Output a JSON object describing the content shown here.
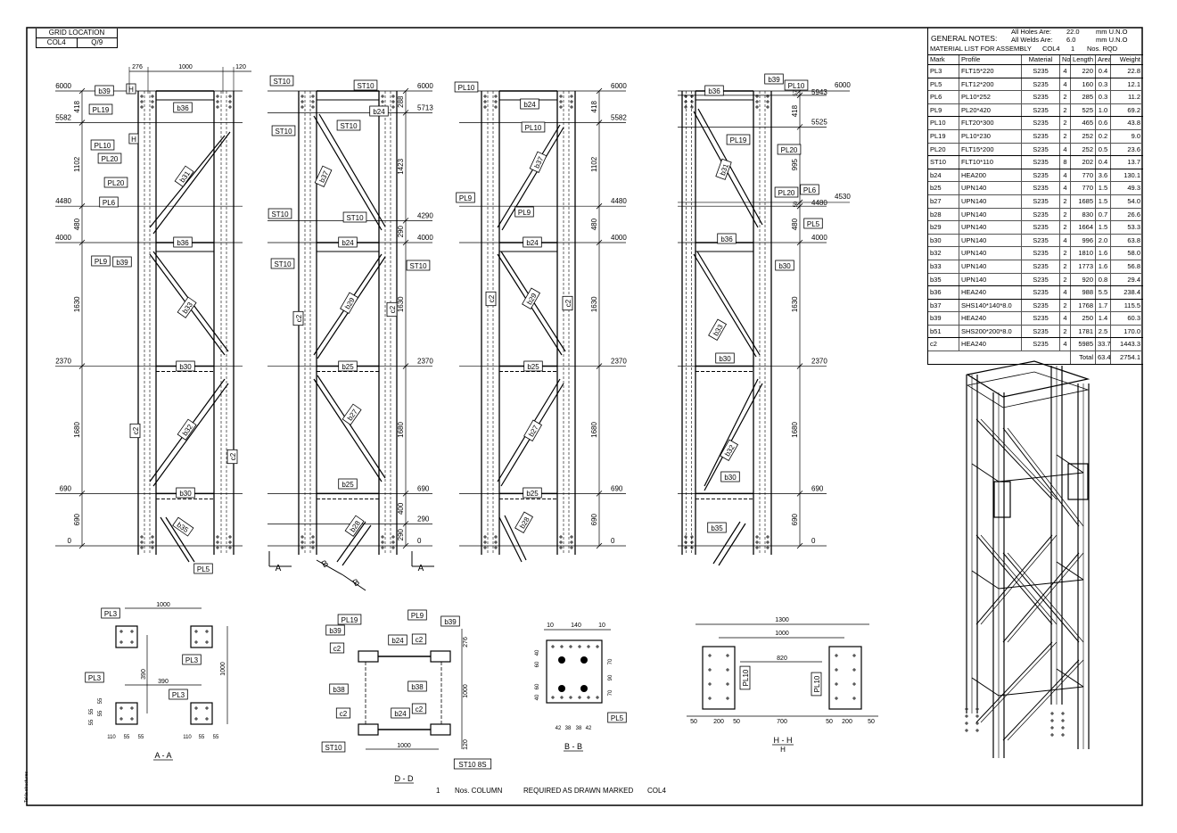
{
  "title_block": {
    "header": "GRID LOCATION",
    "column": "COL4",
    "grid": "Q/9"
  },
  "notes": {
    "general": "GENERAL NOTES:",
    "holes_label": "All Holes Are:",
    "holes_value": "22.0",
    "holes_unit": "mm U.N.O",
    "welds_label": "All Welds Are:",
    "welds_value": "6.0",
    "welds_unit": "mm U.N.O",
    "material_title": "MATERIAL LIST FOR ASSEMBLY",
    "assembly": "COL4",
    "qty": "1",
    "qty_unit": "Nos. RQD"
  },
  "material_list": {
    "headers": [
      "Mark",
      "Profile",
      "Material",
      "No.",
      "Length",
      "Area",
      "Weight"
    ],
    "rows": [
      [
        "PL3",
        "FLT15*220",
        "S235",
        "4",
        "220",
        "0.4",
        "22.8"
      ],
      [
        "PL5",
        "FLT12*200",
        "S235",
        "4",
        "160",
        "0.3",
        "12.1"
      ],
      [
        "PL6",
        "PL10*252",
        "S235",
        "2",
        "285",
        "0.3",
        "11.2"
      ],
      [
        "PL9",
        "PL20*420",
        "S235",
        "2",
        "525",
        "1.0",
        "69.2"
      ],
      [
        "PL10",
        "FLT20*300",
        "S235",
        "2",
        "465",
        "0.6",
        "43.8"
      ],
      [
        "PL19",
        "PL10*230",
        "S235",
        "2",
        "252",
        "0.2",
        "9.0"
      ],
      [
        "PL20",
        "FLT15*200",
        "S235",
        "4",
        "252",
        "0.5",
        "23.6"
      ],
      [
        "ST10",
        "FLT10*110",
        "S235",
        "8",
        "202",
        "0.4",
        "13.7"
      ],
      [
        "b24",
        "HEA200",
        "S235",
        "4",
        "770",
        "3.6",
        "130.1"
      ],
      [
        "b25",
        "UPN140",
        "S235",
        "4",
        "770",
        "1.5",
        "49.3"
      ],
      [
        "b27",
        "UPN140",
        "S235",
        "2",
        "1685",
        "1.5",
        "54.0"
      ],
      [
        "b28",
        "UPN140",
        "S235",
        "2",
        "830",
        "0.7",
        "26.6"
      ],
      [
        "b29",
        "UPN140",
        "S235",
        "2",
        "1664",
        "1.5",
        "53.3"
      ],
      [
        "b30",
        "UPN140",
        "S235",
        "4",
        "996",
        "2.0",
        "63.8"
      ],
      [
        "b32",
        "UPN140",
        "S235",
        "2",
        "1810",
        "1.6",
        "58.0"
      ],
      [
        "b33",
        "UPN140",
        "S235",
        "2",
        "1773",
        "1.6",
        "56.8"
      ],
      [
        "b35",
        "UPN140",
        "S235",
        "2",
        "920",
        "0.8",
        "29.4"
      ],
      [
        "b36",
        "HEA240",
        "S235",
        "4",
        "988",
        "5.5",
        "238.4"
      ],
      [
        "b37",
        "SHS140*140*8.0",
        "S235",
        "2",
        "1768",
        "1.7",
        "115.5"
      ],
      [
        "b39",
        "HEA240",
        "S235",
        "4",
        "250",
        "1.4",
        "60.3"
      ],
      [
        "b51",
        "SHS200*200*8.0",
        "S235",
        "2",
        "1781",
        "2.5",
        "170.0"
      ],
      [
        "c2",
        "HEA240",
        "S235",
        "4",
        "5985",
        "33.7",
        "1443.3"
      ]
    ],
    "total_label": "Total",
    "total_area": "63.4",
    "total_weight": "2754.1"
  },
  "elevations": [
    {
      "levels": [
        "6000",
        "5582",
        "4480",
        "4000",
        "2370",
        "690",
        "0"
      ],
      "dims": [
        "418",
        "1102",
        "480",
        "1630",
        "1680",
        "690"
      ],
      "top_dims": [
        "276",
        "1000",
        "120"
      ],
      "tags": [
        "b39",
        "PL19",
        "PL10",
        "PL20",
        "PL20",
        "PL6",
        "PL9",
        "b39",
        "b36",
        "b36",
        "b30",
        "b30",
        "b31",
        "b33",
        "b32",
        "c2",
        "c2",
        "b35",
        "PL5",
        "H",
        "H"
      ]
    },
    {
      "levels": [
        "6000",
        "5713",
        "4290",
        "4000",
        "2370",
        "690",
        "290",
        "0"
      ],
      "dims": [
        "288",
        "1423",
        "290",
        "1630",
        "1680",
        "400",
        "290"
      ],
      "tags": [
        "ST10",
        "ST10",
        "b24",
        "ST10",
        "ST10",
        "ST10",
        "ST10",
        "b24",
        "ST10",
        "ST10",
        "b37",
        "b29",
        "c2",
        "c2",
        "b25",
        "b27",
        "b25",
        "b28"
      ]
    },
    {
      "levels": [
        "6000",
        "5582",
        "4480",
        "4000",
        "2370",
        "690",
        "0"
      ],
      "dims": [
        "418",
        "1102",
        "480",
        "1630",
        "1680",
        "690"
      ],
      "tags": [
        "PL10",
        "b24",
        "PL10",
        "b37",
        "PL9",
        "PL9",
        "b24",
        "c2",
        "c2",
        "b29",
        "b25",
        "b27",
        "b25",
        "b28"
      ]
    },
    {
      "levels": [
        "6000",
        "5943",
        "5525",
        "4530",
        "4480",
        "4000",
        "2370",
        "690",
        "0"
      ],
      "dims": [
        "57",
        "418",
        "995",
        "50",
        "480",
        "1630",
        "1680",
        "690"
      ],
      "tags": [
        "b36",
        "b39",
        "PL10",
        "PL19",
        "PL20",
        "b31",
        "PL20",
        "PL6",
        "PL5",
        "b36",
        "b30",
        "b33",
        "b30",
        "b32",
        "b30",
        "b35"
      ]
    }
  ],
  "section_markers": [
    "A",
    "A",
    "B",
    "B"
  ],
  "sections": {
    "aa": {
      "label": "A - A",
      "dims": [
        "1000",
        "390",
        "390",
        "1000",
        "55",
        "55",
        "55",
        "55",
        "110",
        "55",
        "55",
        "110",
        "55"
      ],
      "tags": [
        "PL3",
        "PL3",
        "PL3",
        "PL3"
      ]
    },
    "dd": {
      "label": "D - D",
      "dims": [
        "276",
        "1000",
        "120",
        "1000"
      ],
      "tags": [
        "PL19",
        "PL9",
        "b39",
        "b39",
        "c2",
        "b24",
        "c2",
        "b38",
        "b38",
        "c2",
        "b24",
        "c2",
        "ST10",
        "ST10 8S"
      ]
    },
    "bb": {
      "label": "B - B",
      "dims": [
        "10",
        "140",
        "10",
        "60",
        "40",
        "60",
        "40",
        "70",
        "90",
        "70",
        "42",
        "38",
        "38",
        "42"
      ],
      "tags": [
        "PL5"
      ]
    },
    "hh": {
      "label": "H - H",
      "sublabel": "H",
      "dims": [
        "1300",
        "1000",
        "820",
        "50",
        "200",
        "50",
        "700",
        "50",
        "200",
        "50"
      ],
      "tags": [
        "PL10",
        "PL10"
      ]
    }
  },
  "footer": {
    "qty": "1",
    "unit": "Nos. COLUMN",
    "note": "REQUIRED AS DRAWN MARKED",
    "mark": "COL4"
  },
  "side_text": "Tekla structures"
}
